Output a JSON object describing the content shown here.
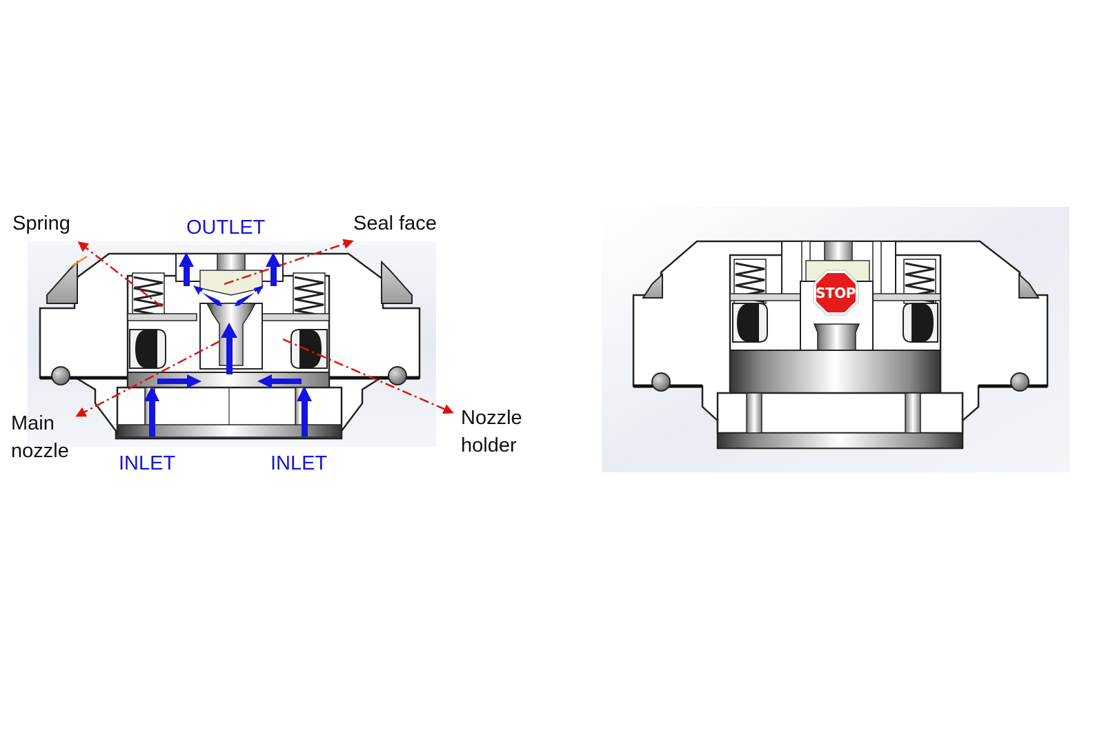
{
  "labels": {
    "spring": "Spring",
    "outlet": "OUTLET",
    "seal_face": "Seal face",
    "main_nozzle_line1": "Main",
    "main_nozzle_line2": "nozzle",
    "nozzle_holder_line1": "Nozzle",
    "nozzle_holder_line2": "holder",
    "inlet_left": "INLET",
    "inlet_right": "INLET",
    "stop_sign": "STOP"
  },
  "colors": {
    "flow_arrow": "#1414e0",
    "leader_line": "#e01010",
    "stop_sign": "#e41b1b",
    "seal_face": "#eef0dc"
  },
  "icons": {
    "flow": "blue-arrow-icon",
    "stop": "stop-sign-icon"
  }
}
